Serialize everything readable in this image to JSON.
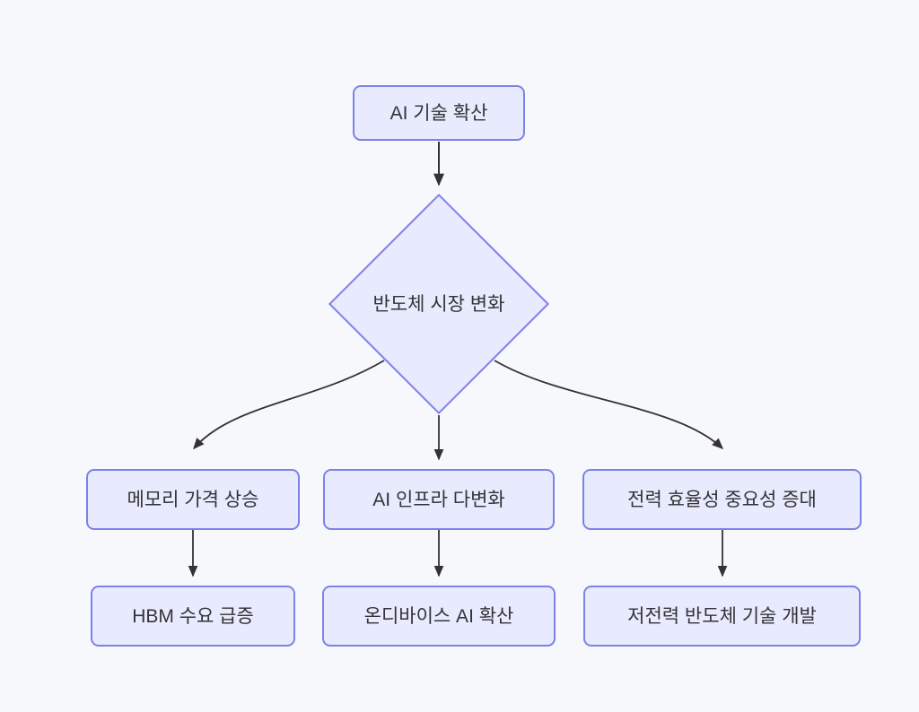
{
  "diagram": {
    "type": "flowchart",
    "direction": "top-down",
    "background_color": "#f7f8fb",
    "node_fill_color": "#e8eafd",
    "node_border_color": "#7c82e8",
    "node_text_color": "#333338",
    "edge_color": "#333333",
    "nodes": [
      {
        "id": "ai-spread",
        "label": "AI 기술 확산",
        "shape": "rounded-rect"
      },
      {
        "id": "market-change",
        "label": "반도체 시장 변화",
        "shape": "diamond"
      },
      {
        "id": "memory-price",
        "label": "메모리 가격 상승",
        "shape": "rounded-rect"
      },
      {
        "id": "ai-infra",
        "label": "AI 인프라 다변화",
        "shape": "rounded-rect"
      },
      {
        "id": "power-eff",
        "label": "전력 효율성 중요성 증대",
        "shape": "rounded-rect"
      },
      {
        "id": "hbm-demand",
        "label": "HBM 수요 급증",
        "shape": "rounded-rect"
      },
      {
        "id": "ondevice-ai",
        "label": "온디바이스 AI 확산",
        "shape": "rounded-rect"
      },
      {
        "id": "lowpower-tech",
        "label": "저전력 반도체 기술 개발",
        "shape": "rounded-rect"
      }
    ],
    "edges": [
      {
        "from": "ai-spread",
        "to": "market-change",
        "style": "straight",
        "arrow": true
      },
      {
        "from": "market-change",
        "to": "memory-price",
        "style": "curved",
        "arrow": true
      },
      {
        "from": "market-change",
        "to": "ai-infra",
        "style": "straight",
        "arrow": true
      },
      {
        "from": "market-change",
        "to": "power-eff",
        "style": "curved",
        "arrow": true
      },
      {
        "from": "memory-price",
        "to": "hbm-demand",
        "style": "straight",
        "arrow": true
      },
      {
        "from": "ai-infra",
        "to": "ondevice-ai",
        "style": "straight",
        "arrow": true
      },
      {
        "from": "power-eff",
        "to": "lowpower-tech",
        "style": "straight",
        "arrow": true
      }
    ]
  }
}
